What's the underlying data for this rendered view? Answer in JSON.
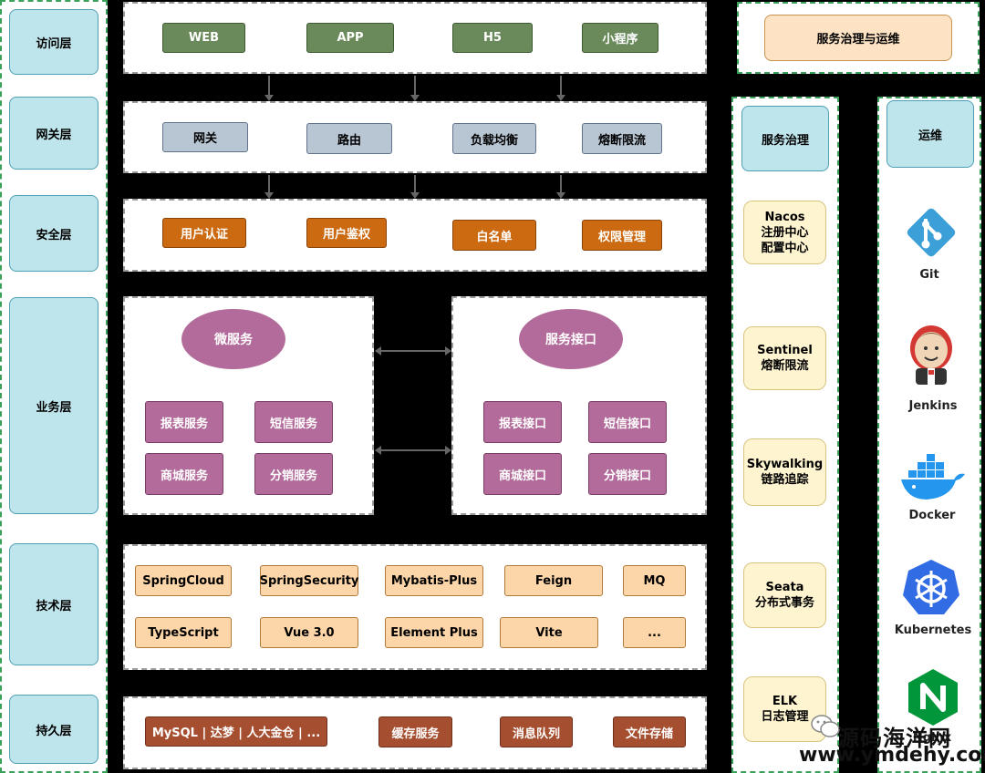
{
  "layers": [
    "访问层",
    "网关层",
    "安全层",
    "业务层",
    "技术层",
    "持久层"
  ],
  "access": [
    "WEB",
    "APP",
    "H5",
    "小程序"
  ],
  "gateway": [
    "网关",
    "路由",
    "负载均衡",
    "熔断限流"
  ],
  "security": [
    "用户认证",
    "用户鉴权",
    "白名单",
    "权限管理"
  ],
  "business": {
    "microservice_title": "微服务",
    "microservices": [
      "报表服务",
      "短信服务",
      "商城服务",
      "分销服务"
    ],
    "interface_title": "服务接口",
    "interfaces": [
      "报表接口",
      "短信接口",
      "商城接口",
      "分销接口"
    ]
  },
  "tech": {
    "row1": [
      "SpringCloud",
      "SpringSecurity",
      "Mybatis-Plus",
      "Feign",
      "MQ"
    ],
    "row2": [
      "TypeScript",
      "Vue 3.0",
      "Element Plus",
      "Vite",
      "..."
    ]
  },
  "persistence": [
    "MySQL | 达梦 | 人大金仓 | ...",
    "缓存服务",
    "消息队列",
    "文件存储"
  ],
  "governance_ops": {
    "title": "服务治理与运维",
    "governance_title": "服务治理",
    "governance": [
      {
        "line1": "Nacos",
        "line2": "注册中心",
        "line3": "配置中心"
      },
      {
        "line1": "Sentinel",
        "line2": "熔断限流",
        "line3": ""
      },
      {
        "line1": "Skywalking",
        "line2": "链路追踪",
        "line3": ""
      },
      {
        "line1": "Seata",
        "line2": "分布式事务",
        "line3": ""
      },
      {
        "line1": "ELK",
        "line2": "日志管理",
        "line3": ""
      }
    ],
    "ops_title": "运维",
    "ops": [
      "Git",
      "Jenkins",
      "Docker",
      "Kubernetes",
      "Nginx"
    ]
  },
  "watermark": {
    "line1": "源码海洋网",
    "line2": "www.ymdehy.com"
  },
  "colors": {
    "access": "#6a8a5c",
    "gateway": "#b8c6d4",
    "security": "#cc6a12",
    "business": "#b26b9a",
    "tech": "#fcd5a8",
    "persistence": "#a64f30",
    "layer": "#bfe5ec",
    "governance": "#fef4cf"
  }
}
